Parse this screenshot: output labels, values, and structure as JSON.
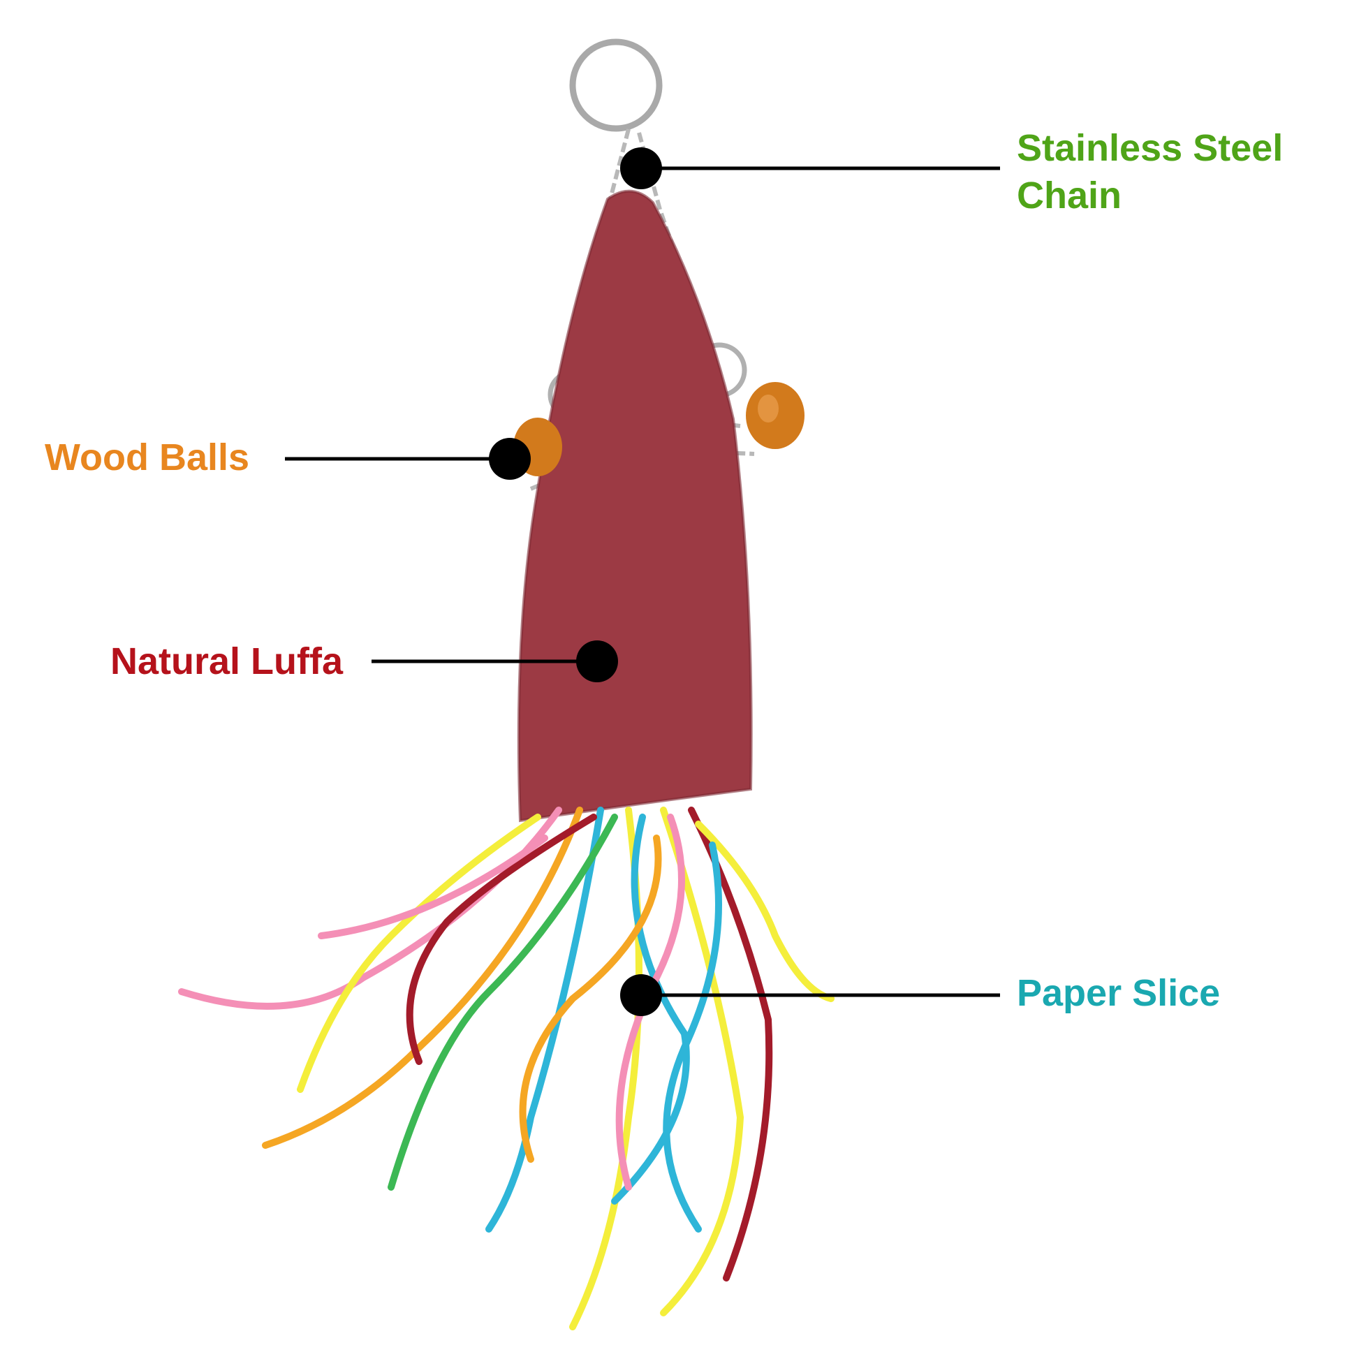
{
  "callouts": [
    {
      "id": "chain",
      "label_line1": "Stainless Steel",
      "label_line2": "Chain",
      "color": "#4fa418"
    },
    {
      "id": "wood",
      "label": "Wood Balls",
      "color": "#e8861f"
    },
    {
      "id": "luffa",
      "label": "Natural Luffa",
      "color": "#b5121b"
    },
    {
      "id": "paper",
      "label": "Paper Slice",
      "color": "#1aa8b0"
    }
  ]
}
